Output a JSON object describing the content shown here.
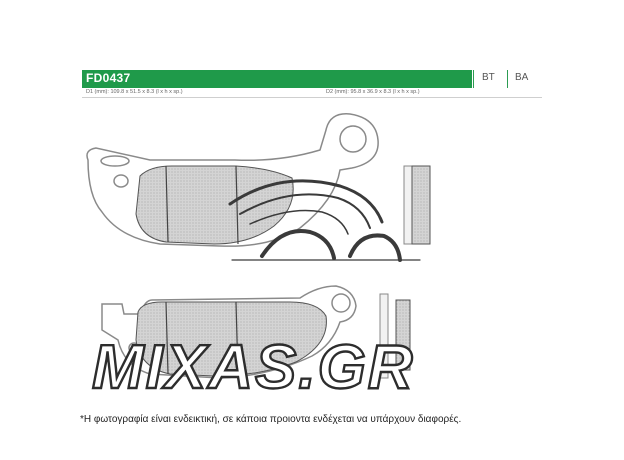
{
  "product": {
    "code": "FD0437",
    "tags": [
      "BT",
      "BA"
    ]
  },
  "dimensions": {
    "d1": "D1 (mm): 109.8 x 51.5 x 8.3 (l x h x sp.)",
    "d2": "D2 (mm): 95.8 x 36.9 x 8.3 (l x h x sp.)"
  },
  "colors": {
    "brand_green": "#1f9a4a",
    "pad_fill": "#cfcfcf",
    "watermark": "#3a3a3a"
  },
  "watermark": {
    "text": "MIXAS.GR",
    "logo": "motorcycle-swoosh-logo"
  },
  "footnote": "*Η φωτογραφία είναι ενδεικτική, σε κάποια προιοντα ενδέχεται να υπάρχουν διαφορές."
}
